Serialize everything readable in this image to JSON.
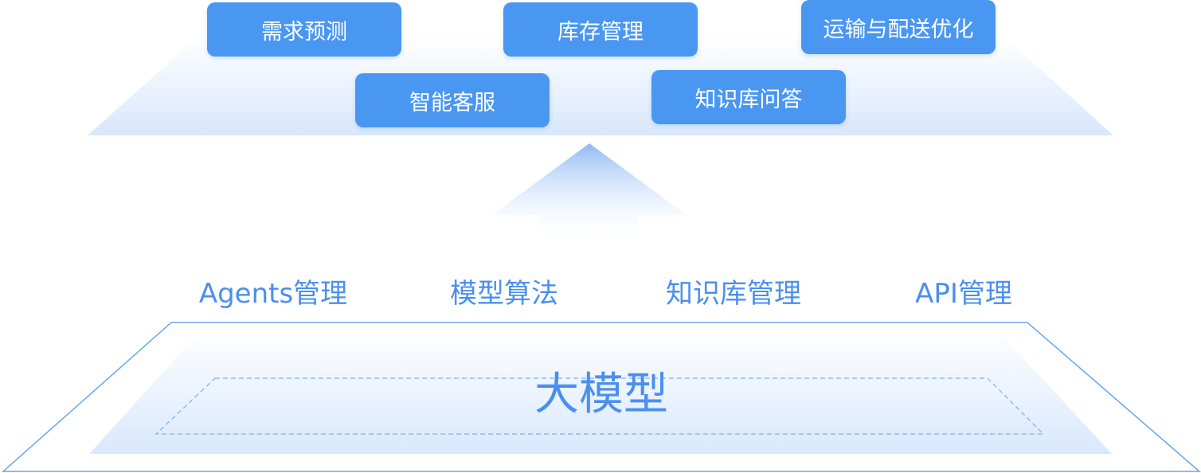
{
  "top_layer": {
    "items": [
      {
        "label": "需求预测"
      },
      {
        "label": "库存管理"
      },
      {
        "label": "运输与配送优化"
      },
      {
        "label": "智能客服"
      },
      {
        "label": "知识库问答"
      }
    ]
  },
  "middle_layer": {
    "items": [
      {
        "label": "Agents管理"
      },
      {
        "label": "模型算法"
      },
      {
        "label": "知识库管理"
      },
      {
        "label": "API管理"
      }
    ]
  },
  "base_layer": {
    "label": "大模型"
  },
  "colors": {
    "button_fill": "#4a97f2",
    "label_text": "#4a8ff0",
    "platform_light": "#dfeafc",
    "line": "#6aa4f0"
  }
}
